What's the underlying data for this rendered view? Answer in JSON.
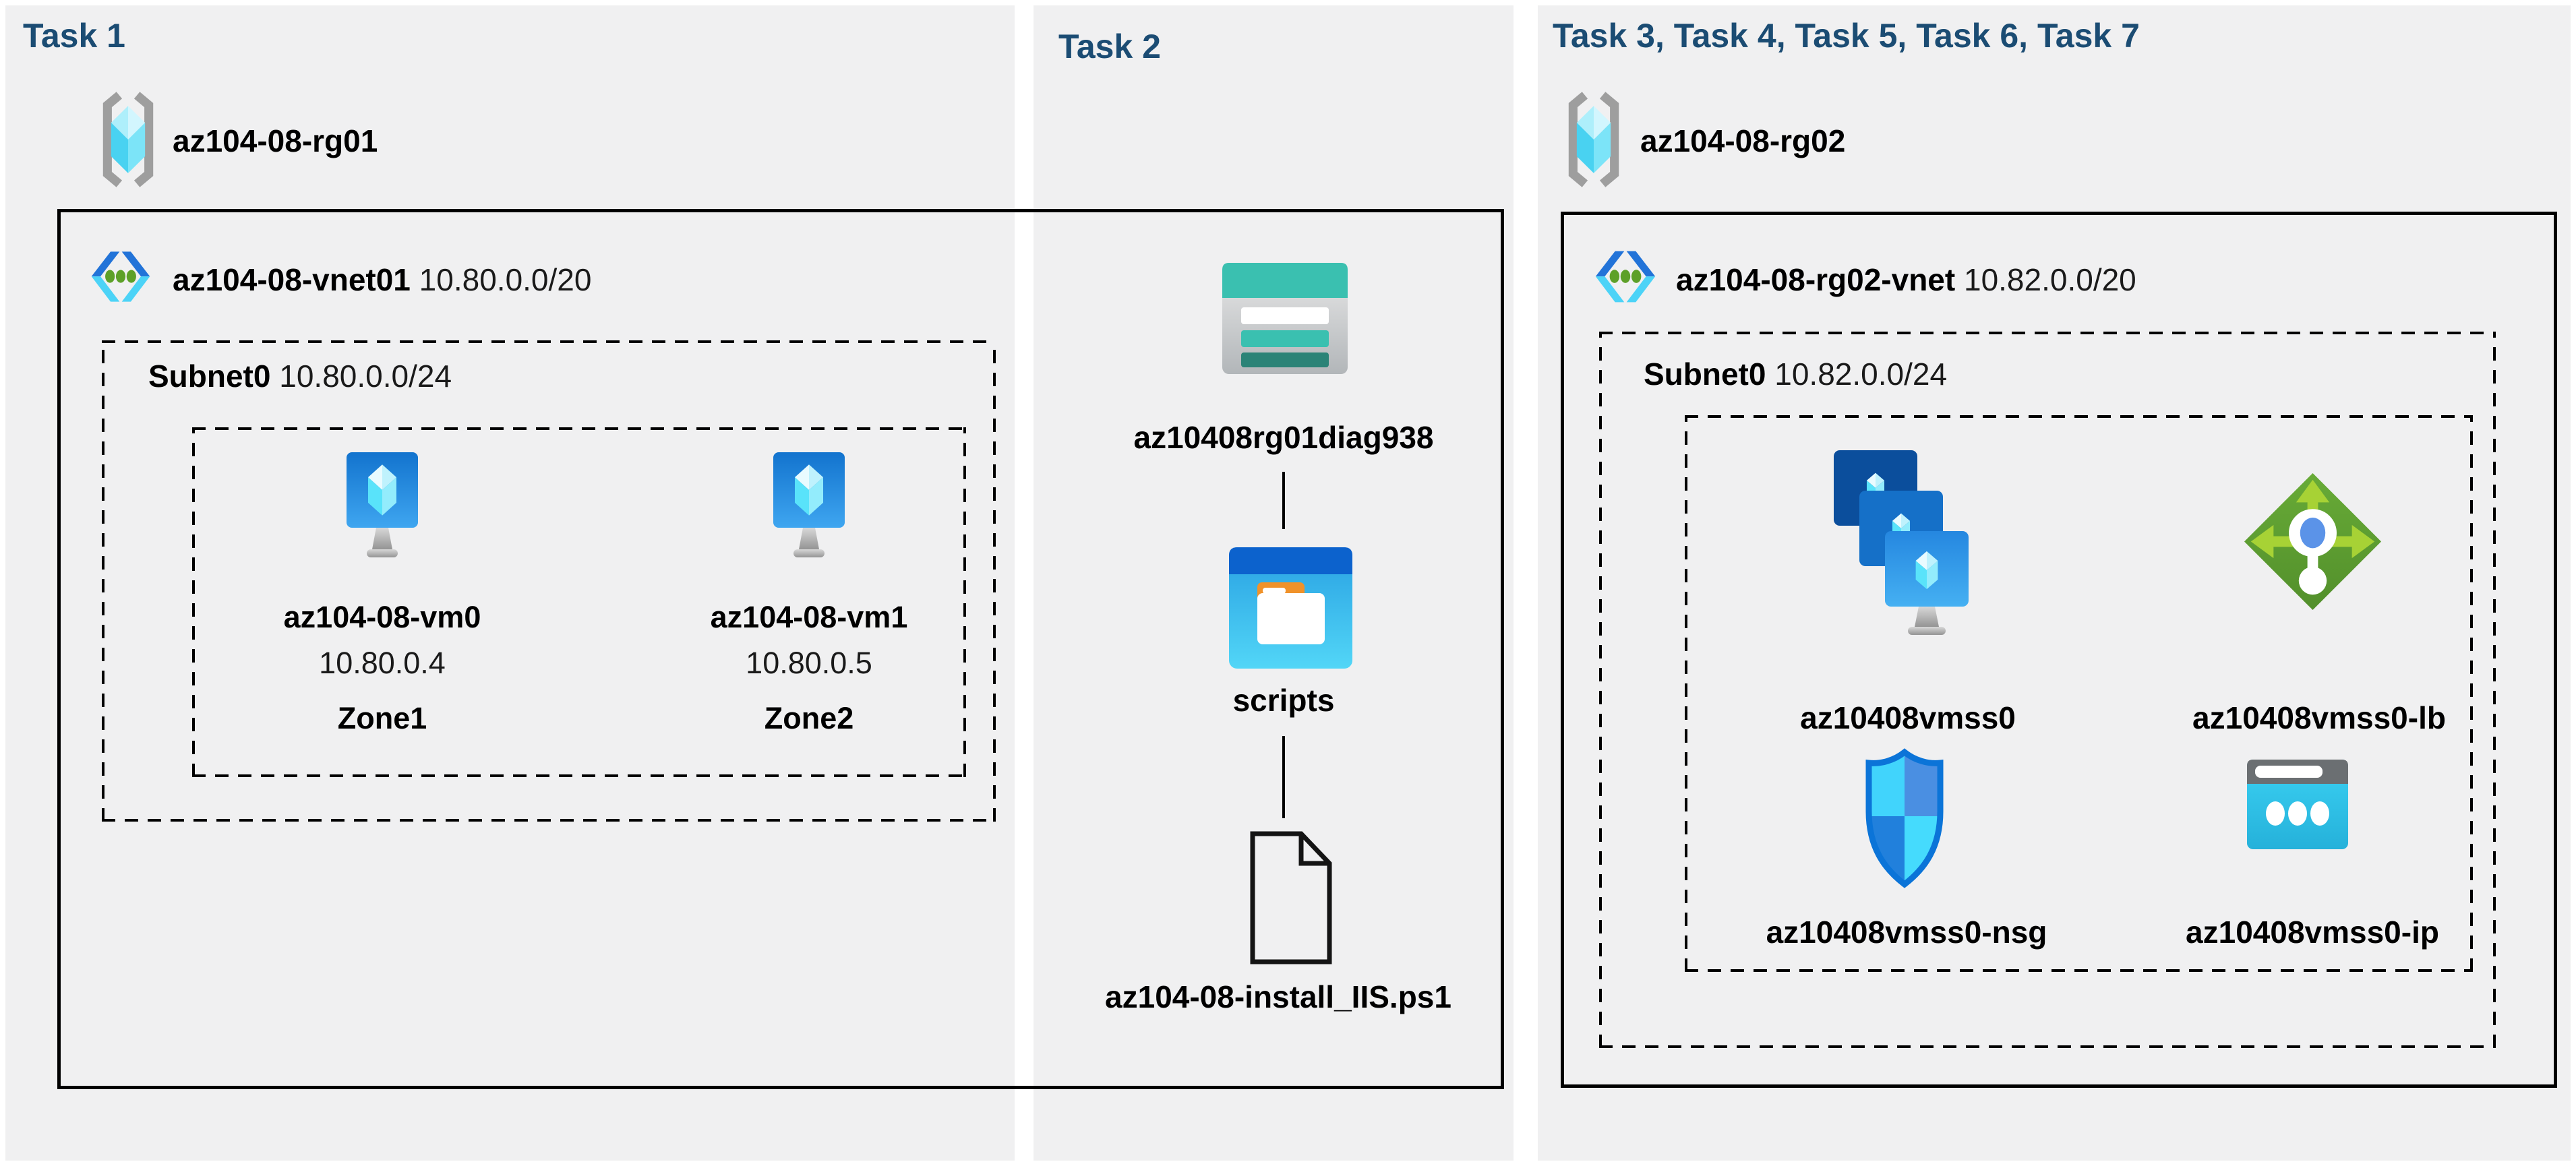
{
  "task1": {
    "header": "Task 1",
    "rg": "az104-08-rg01",
    "vnet_name": "az104-08-vnet01",
    "vnet_cidr": "10.80.0.0/20",
    "subnet_name": "Subnet0",
    "subnet_cidr": "10.80.0.0/24",
    "vm0": {
      "name": "az104-08-vm0",
      "ip": "10.80.0.4",
      "zone": "Zone1"
    },
    "vm1": {
      "name": "az104-08-vm1",
      "ip": "10.80.0.5",
      "zone": "Zone2"
    }
  },
  "task2": {
    "header": "Task 2",
    "storage": "az10408rg01diag938",
    "folder": "scripts",
    "file": "az104-08-install_IIS.ps1"
  },
  "task3": {
    "header": "Task 3, Task 4, Task 5, Task 6, Task 7",
    "rg": "az104-08-rg02",
    "vnet_name": "az104-08-rg02-vnet",
    "vnet_cidr": "10.82.0.0/20",
    "subnet_name": "Subnet0",
    "subnet_cidr": "10.82.0.0/24",
    "vmss": "az10408vmss0",
    "lb": "az10408vmss0-lb",
    "nsg": "az10408vmss0-nsg",
    "ip": "az10408vmss0-ip"
  },
  "colors": {
    "header_navy": "#1b4c73",
    "panel_gray": "#f0f0f1",
    "azure_blue": "#1273ce",
    "cyan": "#50e6ff",
    "teal_storage": "#3ac0b0",
    "green_lb": "#5d9f33",
    "green_dots": "#5da028",
    "nsg_border": "#0b74d8",
    "ip_cyan": "#30c9ee"
  }
}
